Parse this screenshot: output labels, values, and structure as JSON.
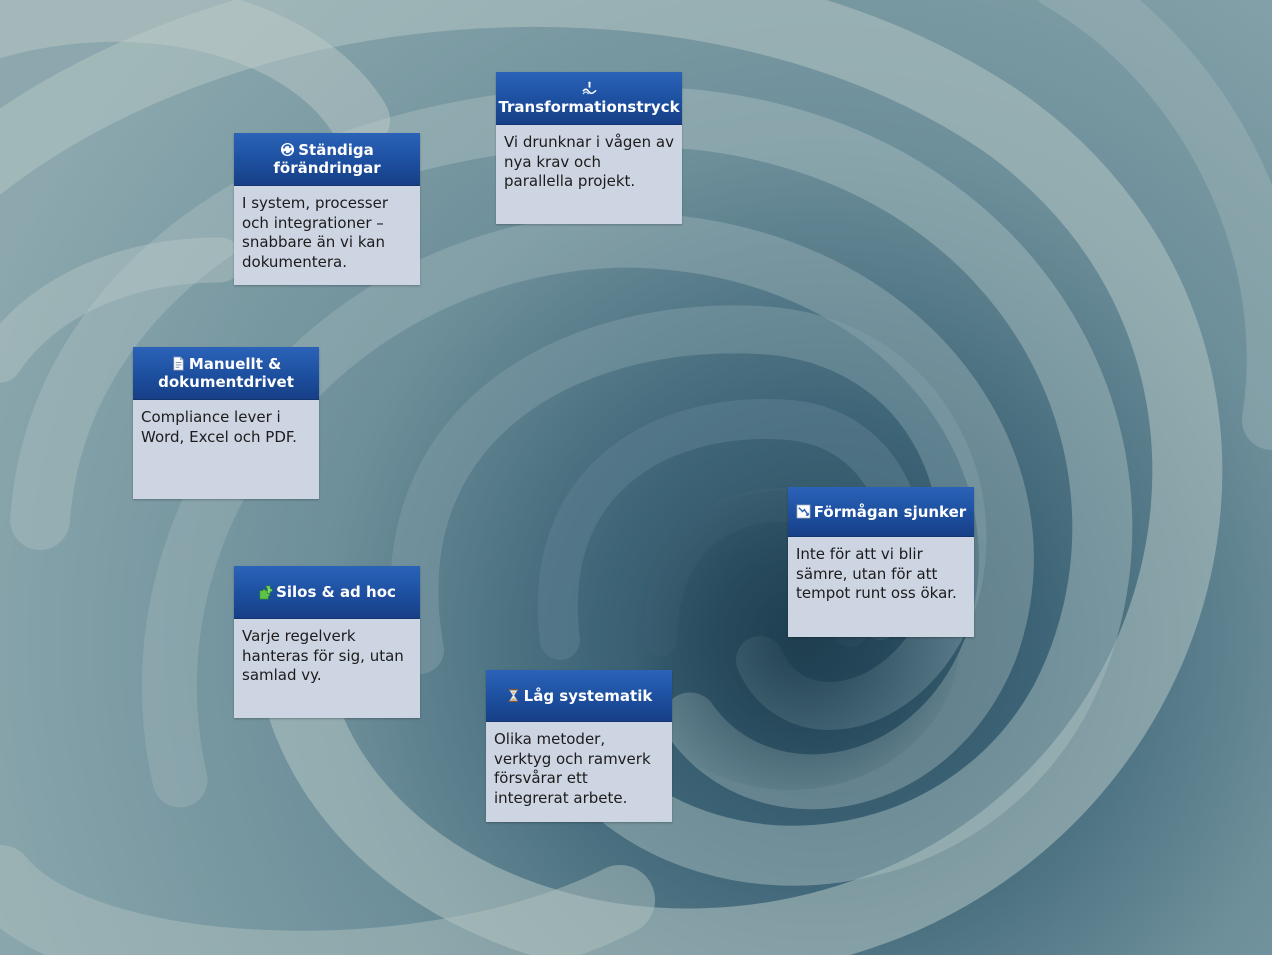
{
  "background": {
    "description_colors": {
      "light": "#a9bcbd",
      "mid": "#6f8f9c",
      "dark": "#2f5465"
    }
  },
  "cards": [
    {
      "id": "standiga",
      "icon": "refresh-icon",
      "title_line1": "Ständiga",
      "title_line2": "förändringar",
      "body": "I system, processer och integrationer – snabbare än vi kan dokumentera."
    },
    {
      "id": "transformation",
      "icon": "wave-hand-icon",
      "title": "Transformationstryck",
      "body": "Vi drunknar i vågen av nya krav och parallella projekt."
    },
    {
      "id": "manuellt",
      "icon": "document-icon",
      "title_line1": "Manuellt &",
      "title_line2": "dokumentdrivet",
      "body": "Compliance lever i Word, Excel och PDF."
    },
    {
      "id": "formagan",
      "icon": "chart-down-icon",
      "title": "Förmågan sjunker",
      "body": "Inte för att vi blir sämre, utan för att tempot runt oss ökar."
    },
    {
      "id": "silos",
      "icon": "puzzle-icon",
      "title": "Silos & ad hoc",
      "body": "Varje regelverk hanteras för sig, utan samlad vy."
    },
    {
      "id": "lag",
      "icon": "hourglass-icon",
      "title": "Låg systematik",
      "body": "Olika metoder, verktyg och ramverk försvårar ett integrerat arbete."
    }
  ]
}
